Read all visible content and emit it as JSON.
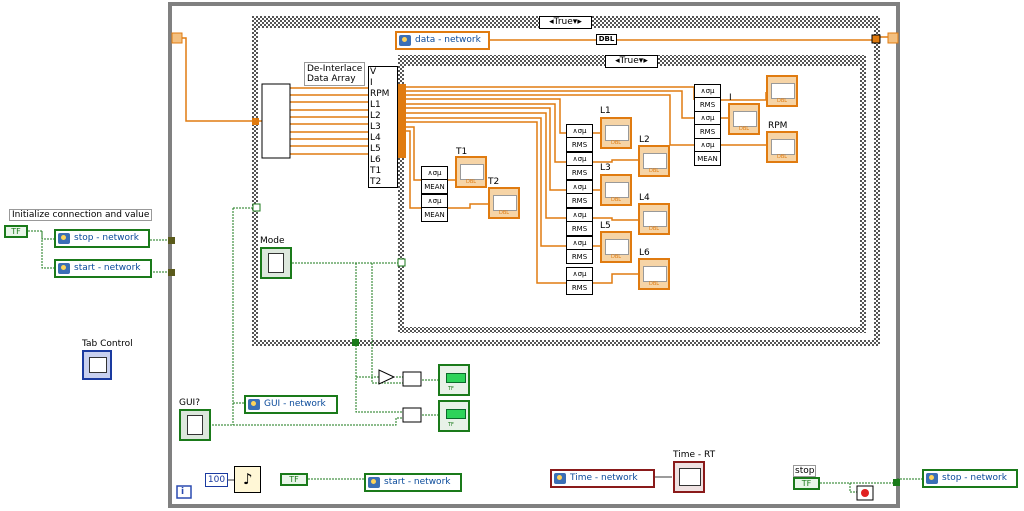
{
  "window": {
    "title": ""
  },
  "labels": {
    "initialize": "Initialize connection and value",
    "tab_control": "Tab Control",
    "gui": "GUI?",
    "mode": "Mode",
    "deinterlace": "De-Interlace\nData Array",
    "time_rt": "Time - RT",
    "stop": "stop",
    "t1": "T1",
    "t2": "T2",
    "l1": "L1",
    "l2": "L2",
    "l3": "L3",
    "l4": "L4",
    "l5": "L5",
    "l6": "L6",
    "i": "I",
    "rpm": "RPM"
  },
  "case_selectors": {
    "outer": "True",
    "inner": "True"
  },
  "unbundle_outputs": [
    "V",
    "I",
    "RPM",
    "L1",
    "L2",
    "L3",
    "L4",
    "L5",
    "L6",
    "T1",
    "T2"
  ],
  "variables": {
    "stop_network_1": "stop - network",
    "start_network_1": "start - network",
    "data_network": "data - network",
    "gui_network": "GUI - network",
    "start_network_2": "start - network",
    "time_network": "Time - network",
    "stop_network_2": "stop - network"
  },
  "functions": {
    "mean": "MEAN",
    "rms": "RMS"
  },
  "constants": {
    "wait_ms": "100",
    "dbl": "DBL",
    "tf": "TF"
  },
  "colors": {
    "orange_wire": "#e07b10",
    "green_wire": "#1a7a1a",
    "frame": "#606060"
  }
}
